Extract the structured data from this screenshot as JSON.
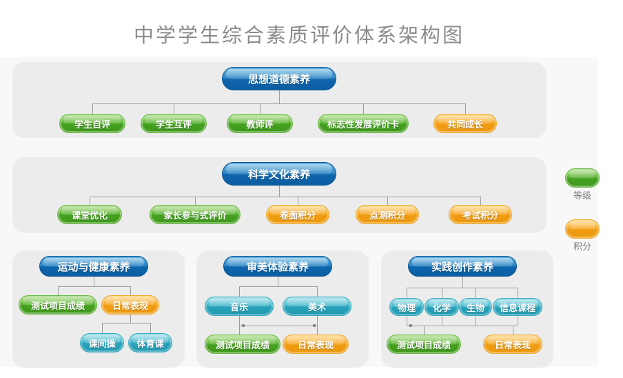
{
  "title": "中学学生综合素质评价体系架构图",
  "colors": {
    "root_blue": "#1068ae",
    "grade_green": "#45a120",
    "points_orange": "#f09c12",
    "subject_cyan": "#28a3bb",
    "panel_bg": "#ececec",
    "band_bg": "#f8f8f8"
  },
  "legend": {
    "grade_label": "等级",
    "points_label": "积分"
  },
  "panels": [
    {
      "root": "思想道德素养",
      "children": [
        {
          "label": "学生自评",
          "type": "grade"
        },
        {
          "label": "学生互评",
          "type": "grade"
        },
        {
          "label": "教师评",
          "type": "grade"
        },
        {
          "label": "标志性发展评价卡",
          "type": "grade"
        },
        {
          "label": "共同成长",
          "type": "points"
        }
      ]
    },
    {
      "root": "科学文化素养",
      "children": [
        {
          "label": "课堂优化",
          "type": "grade"
        },
        {
          "label": "家长参与式评价",
          "type": "grade"
        },
        {
          "label": "卷面积分",
          "type": "points"
        },
        {
          "label": "点测积分",
          "type": "points"
        },
        {
          "label": "考试积分",
          "type": "points"
        }
      ]
    },
    {
      "root": "运动与健康素养",
      "children": [
        {
          "label": "测试项目成绩",
          "type": "grade"
        },
        {
          "label": "日常表现",
          "type": "points"
        }
      ],
      "grandchildren": [
        {
          "label": "课间操",
          "type": "subject"
        },
        {
          "label": "体育课",
          "type": "subject"
        }
      ]
    },
    {
      "root": "审美体验素养",
      "subjects": [
        {
          "label": "音乐"
        },
        {
          "label": "美术"
        }
      ],
      "results": [
        {
          "label": "测试项目成绩",
          "type": "grade"
        },
        {
          "label": "日常表现",
          "type": "points"
        }
      ]
    },
    {
      "root": "实践创作素养",
      "subjects": [
        {
          "label": "物理"
        },
        {
          "label": "化学"
        },
        {
          "label": "生物"
        },
        {
          "label": "信息课程"
        }
      ],
      "results": [
        {
          "label": "测试项目成绩",
          "type": "grade"
        },
        {
          "label": "日常表现",
          "type": "points"
        }
      ]
    }
  ]
}
